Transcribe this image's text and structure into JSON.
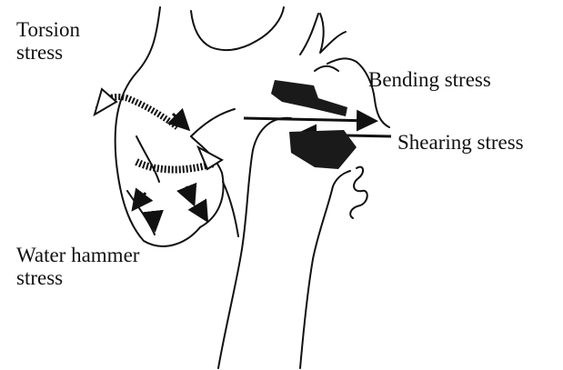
{
  "figure": {
    "labels": {
      "torsion": [
        "Torsion",
        "stress"
      ],
      "bending": "Bending stress",
      "shearing": "Shearing stress",
      "water_hammer": [
        "Water hammer",
        "stress"
      ]
    },
    "colors": {
      "ink": "#111111",
      "background": "#ffffff"
    }
  }
}
